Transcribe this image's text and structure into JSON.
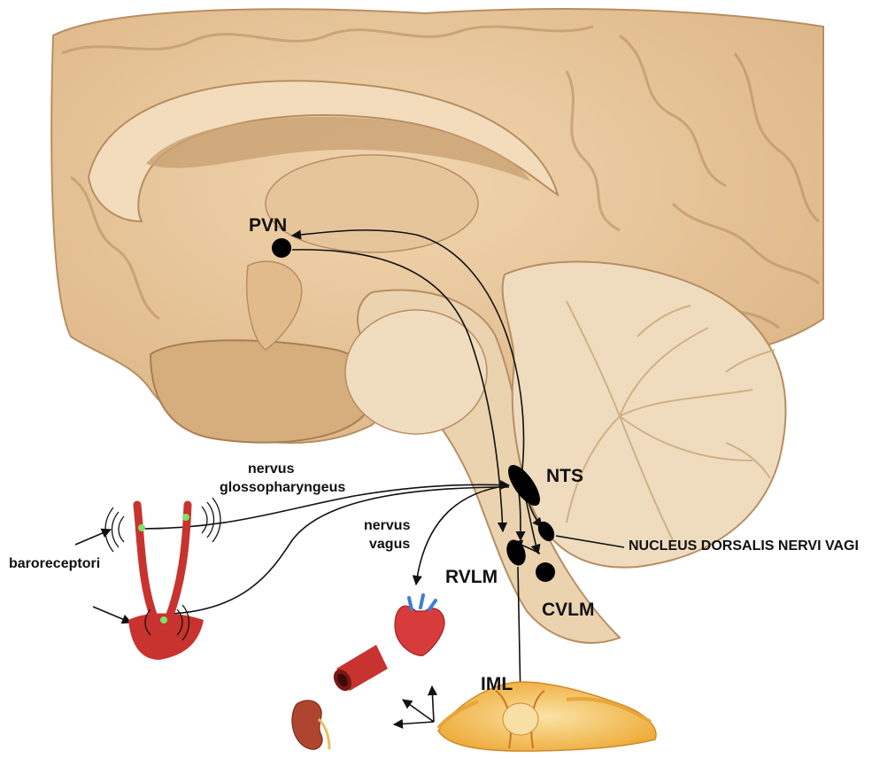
{
  "labels": {
    "pvn": "PVN",
    "nts": "NTS",
    "rvlm": "RVLM",
    "cvlm": "CVLM",
    "iml": "IML",
    "nucleus_dorsalis": "NUCLEUS DORSALIS NERVI VAGI",
    "nervus_glosso_line1": "nervus",
    "nervus_glosso_line2": "glossopharyngeus",
    "nervus_vagus_line1": "nervus",
    "nervus_vagus_line2": "vagus",
    "baroreceptori": "baroreceptori"
  },
  "colors": {
    "brain_tissue": "#e9c9a0",
    "brain_shadow": "#b88e62",
    "cerebellum": "#efdcbf",
    "artery_red": "#c8332f",
    "heart_red": "#d83b3b",
    "spinal_cord": "#f4b93a",
    "nucleus_black": "#000000"
  },
  "icons": [
    "brain-sagittal",
    "carotid-artery",
    "heart-icon",
    "blood-vessel-icon",
    "kidney-icon",
    "spinal-cord-section"
  ]
}
